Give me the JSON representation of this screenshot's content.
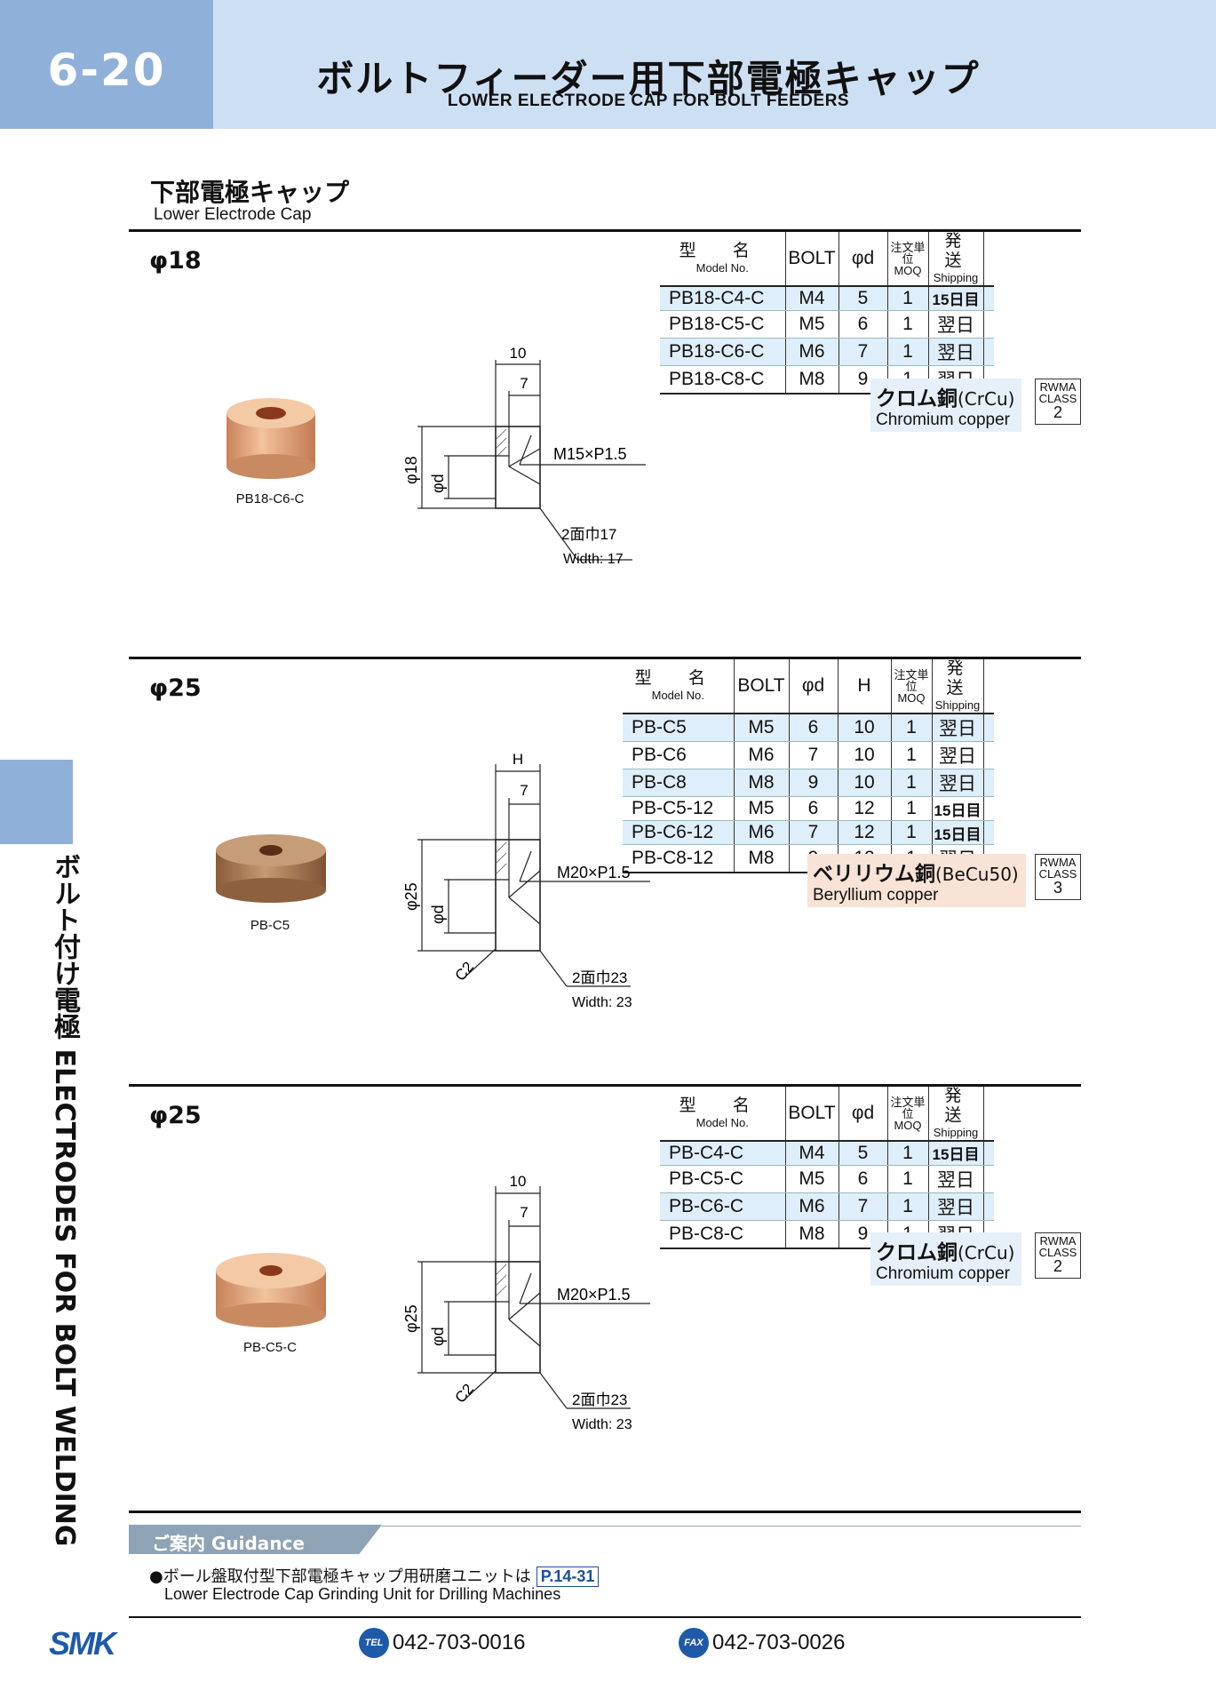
{
  "header": {
    "page_no": "6-20",
    "title_jp": "ボルトフィーダー用下部電極キャップ",
    "title_en": "LOWER ELECTRODE CAP  FOR BOLT FEEDERS"
  },
  "side": {
    "text": "ボルト付け電極 ELECTRODES FOR BOLT WELDING"
  },
  "section": {
    "title_jp": "下部電極キャップ",
    "title_en": "Lower Electrode Cap"
  },
  "table_header": {
    "model_jp": "型 名",
    "model_en": "Model No.",
    "bolt": "BOLT",
    "phid": "φd",
    "h": "H",
    "moq_jp": "注文単位",
    "moq_en": "MOQ",
    "ship_jp": "発 送",
    "ship_en": "Shipping"
  },
  "blocks": [
    {
      "phi": "φ18",
      "rows": [
        {
          "model": "PB18-C4-C",
          "bolt": "M4",
          "d": "5",
          "moq": "1",
          "ship": "15日目"
        },
        {
          "model": "PB18-C5-C",
          "bolt": "M5",
          "d": "6",
          "moq": "1",
          "ship": "翌日"
        },
        {
          "model": "PB18-C6-C",
          "bolt": "M6",
          "d": "7",
          "moq": "1",
          "ship": "翌日"
        },
        {
          "model": "PB18-C8-C",
          "bolt": "M8",
          "d": "9",
          "moq": "1",
          "ship": "翌日"
        }
      ],
      "material_jp": "クロム銅",
      "material_sym": "(CrCu)",
      "material_en": "Chromium copper",
      "rwma": "RWMA",
      "rwma_class": "CLASS",
      "rwma_no": "2",
      "photo_label": "PB18-C6-C",
      "drawing": {
        "dim_top": "10",
        "dim_inner": "7",
        "thread": "M15×P1.5",
        "phi_outer": "φ18",
        "phi_d": "φd",
        "width_jp": "2面巾17",
        "width_en": "Width: 17",
        "chamfer": ""
      }
    },
    {
      "phi": "φ25",
      "rows": [
        {
          "model": "PB-C5",
          "bolt": "M5",
          "d": "6",
          "h": "10",
          "moq": "1",
          "ship": "翌日"
        },
        {
          "model": "PB-C6",
          "bolt": "M6",
          "d": "7",
          "h": "10",
          "moq": "1",
          "ship": "翌日"
        },
        {
          "model": "PB-C8",
          "bolt": "M8",
          "d": "9",
          "h": "10",
          "moq": "1",
          "ship": "翌日"
        },
        {
          "model": "PB-C5-12",
          "bolt": "M5",
          "d": "6",
          "h": "12",
          "moq": "1",
          "ship": "15日目"
        },
        {
          "model": "PB-C6-12",
          "bolt": "M6",
          "d": "7",
          "h": "12",
          "moq": "1",
          "ship": "15日目"
        },
        {
          "model": "PB-C8-12",
          "bolt": "M8",
          "d": "9",
          "h": "12",
          "moq": "1",
          "ship": "翌日"
        }
      ],
      "material_jp": "ベリリウム銅",
      "material_sym": "(BeCu50)",
      "material_en": "Beryllium copper",
      "rwma": "RWMA",
      "rwma_class": "CLASS",
      "rwma_no": "3",
      "photo_label": "PB-C5",
      "drawing": {
        "dim_top": "H",
        "dim_inner": "7",
        "thread": "M20×P1.5",
        "phi_outer": "φ25",
        "phi_d": "φd",
        "width_jp": "2面巾23",
        "width_en": "Width: 23",
        "chamfer": "C2"
      }
    },
    {
      "phi": "φ25",
      "rows": [
        {
          "model": "PB-C4-C",
          "bolt": "M4",
          "d": "5",
          "moq": "1",
          "ship": "15日目"
        },
        {
          "model": "PB-C5-C",
          "bolt": "M5",
          "d": "6",
          "moq": "1",
          "ship": "翌日"
        },
        {
          "model": "PB-C6-C",
          "bolt": "M6",
          "d": "7",
          "moq": "1",
          "ship": "翌日"
        },
        {
          "model": "PB-C8-C",
          "bolt": "M8",
          "d": "9",
          "moq": "1",
          "ship": "翌日"
        }
      ],
      "material_jp": "クロム銅",
      "material_sym": "(CrCu)",
      "material_en": "Chromium copper",
      "rwma": "RWMA",
      "rwma_class": "CLASS",
      "rwma_no": "2",
      "photo_label": "PB-C5-C",
      "drawing": {
        "dim_top": "10",
        "dim_inner": "7",
        "thread": "M20×P1.5",
        "phi_outer": "φ25",
        "phi_d": "φd",
        "width_jp": "2面巾23",
        "width_en": "Width: 23",
        "chamfer": "C2"
      }
    }
  ],
  "guidance": {
    "label": "ご案内 Guidance",
    "text_jp": "●ボール盤取付型下部電極キャップ用研磨ユニットは",
    "ref": "P.14-31",
    "text_en": "Lower Electrode Cap Grinding Unit for Drilling Machines"
  },
  "footer": {
    "logo": "SMK",
    "tel_label": "TEL",
    "tel": "042-703-0016",
    "fax_label": "FAX",
    "fax": "042-703-0026"
  },
  "colors": {
    "header_bg": "#cde0f3",
    "accent": "#8fb0d9",
    "row_shade": "#dfeefb",
    "crcu_bg": "#e6f0fa",
    "becu_bg": "#f8e3d6",
    "brand_blue": "#1e5aa8"
  }
}
